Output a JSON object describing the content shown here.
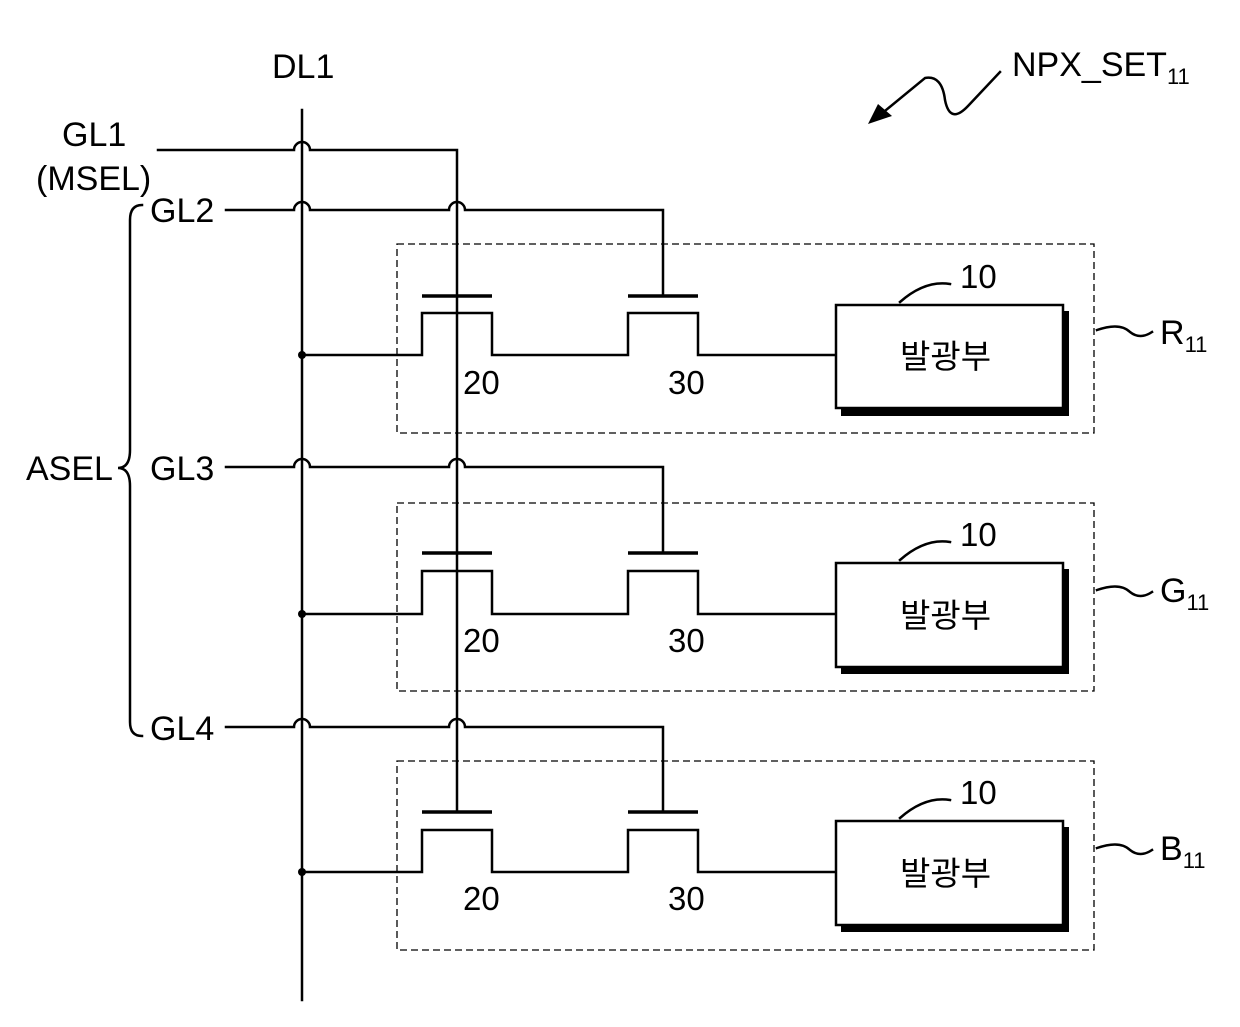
{
  "data_line": "DL1",
  "set_label": {
    "main": "NPX_SET",
    "sub": "11"
  },
  "gate_lines": {
    "gl1": "GL1",
    "gl1_note": "(MSEL)",
    "gl2": "GL2",
    "gl3": "GL3",
    "gl4": "GL4"
  },
  "group_label": "ASEL",
  "pixels": [
    {
      "main": "R",
      "sub": "11",
      "tr_a": "20",
      "tr_b": "30",
      "emitter_ref": "10",
      "emitter_text": "발광부"
    },
    {
      "main": "G",
      "sub": "11",
      "tr_a": "20",
      "tr_b": "30",
      "emitter_ref": "10",
      "emitter_text": "발광부"
    },
    {
      "main": "B",
      "sub": "11",
      "tr_a": "20",
      "tr_b": "30",
      "emitter_ref": "10",
      "emitter_text": "발광부"
    }
  ]
}
